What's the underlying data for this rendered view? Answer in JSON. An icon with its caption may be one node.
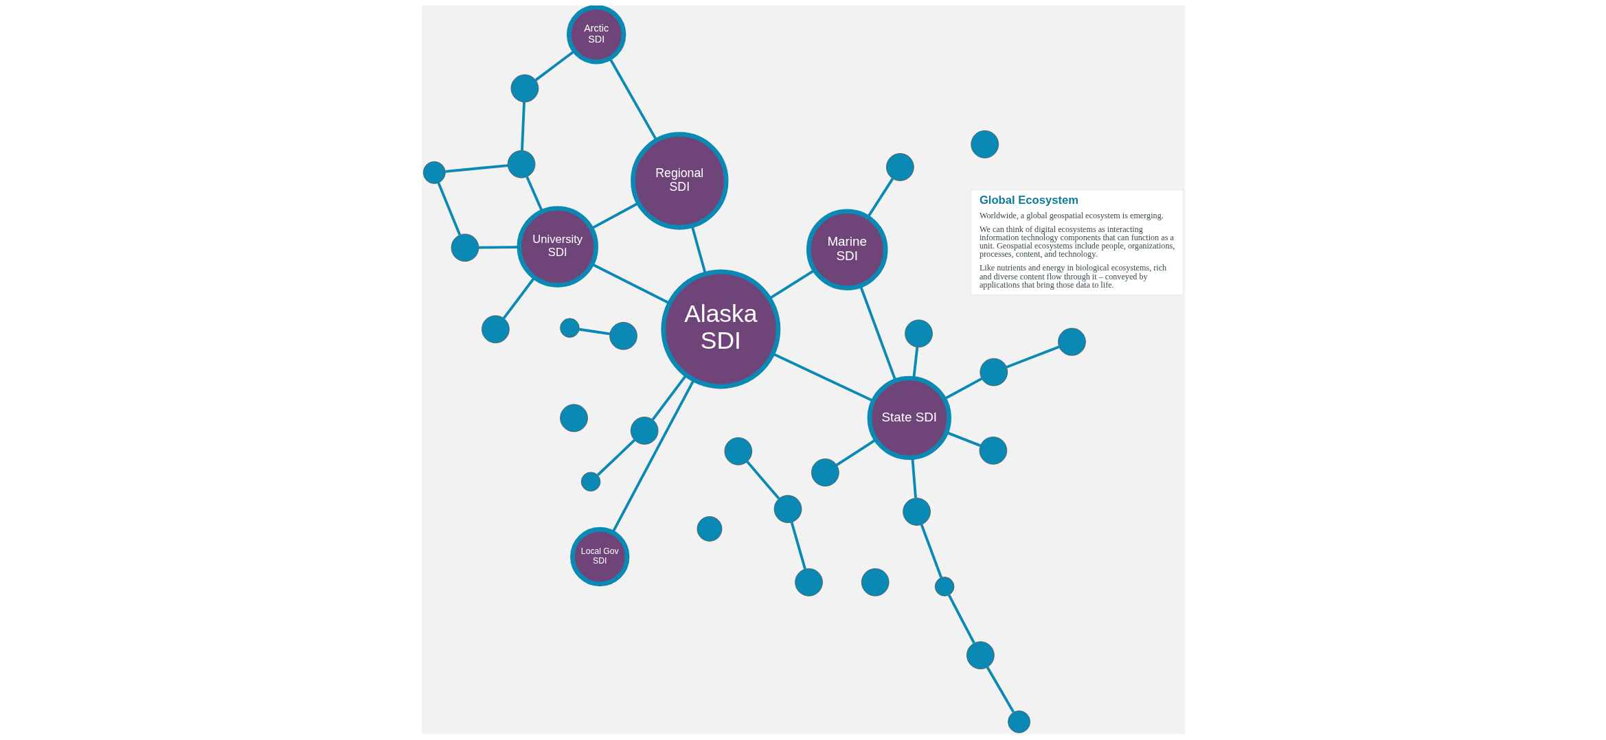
{
  "diagram": {
    "nodes": [
      {
        "text": [
          "Global Ecosystem",
          "Worldwide, a global geospatial ecosystem is emerging.",
          "We can think of digital ecosystems as interacting information technology components that can function as a unit. Geospatial ecosystems include people, organizations, processes, content, and technology.",
          "Like nutrients and energy in biological ecosystems, rich and diverse content flow through it – conveyed by applications that bring those data to life."
        ]
      },
      {
        "text": [
          "Local Gov SDI"
        ]
      },
      {
        "text": [
          "Alaska SDI"
        ]
      },
      {
        "text": [
          "University SDI"
        ]
      },
      {
        "text": [
          "Arctic SDI"
        ]
      },
      {
        "text": [
          "State SDI"
        ]
      },
      {
        "text": [
          "Marine SDI"
        ]
      },
      {
        "text": [
          "Regional SDI"
        ]
      },
      {
        "text": [],
        "shape": "circle"
      },
      {
        "text": [],
        "shape": "circle"
      },
      {
        "text": [],
        "shape": "circle"
      },
      {
        "text": [],
        "shape": "circle"
      },
      {
        "text": [],
        "shape": "circle"
      },
      {
        "text": [],
        "shape": "circle"
      },
      {
        "text": [],
        "shape": "circle"
      },
      {
        "text": [],
        "shape": "circle"
      },
      {
        "text": [],
        "shape": "circle"
      },
      {
        "text": [],
        "shape": "circle"
      },
      {
        "text": [],
        "shape": "circle"
      },
      {
        "text": [],
        "shape": "circle"
      },
      {
        "text": [],
        "shape": "circle"
      },
      {
        "text": [],
        "shape": "circle"
      },
      {
        "text": [],
        "shape": "circle"
      },
      {
        "text": [],
        "shape": "circle"
      },
      {
        "text": [],
        "shape": "circle"
      },
      {
        "text": [],
        "shape": "circle"
      },
      {
        "text": [],
        "shape": "circle"
      },
      {
        "text": [],
        "shape": "circle"
      },
      {
        "text": [],
        "shape": "circle"
      },
      {
        "text": [],
        "shape": "circle"
      },
      {
        "text": [],
        "shape": "circle"
      },
      {
        "text": [],
        "shape": "circle"
      },
      {
        "text": [],
        "shape": "circle"
      },
      {
        "text": [],
        "shape": "circle"
      }
    ],
    "edges": [
      {
        "from": 1,
        "to": 2,
        "arrow": "none"
      },
      {
        "from": 2,
        "to": 3,
        "arrow": "none"
      },
      {
        "from": 2,
        "to": 5,
        "arrow": "none"
      },
      {
        "from": 2,
        "to": 6,
        "arrow": "none"
      },
      {
        "from": 2,
        "to": 7,
        "arrow": "none"
      },
      {
        "from": 3,
        "to": 7,
        "arrow": "none"
      },
      {
        "from": 4,
        "to": 7,
        "arrow": "none"
      },
      {
        "from": 5,
        "to": 6,
        "arrow": "none"
      },
      {
        "from": 8,
        "to": 9,
        "arrow": "none"
      },
      {
        "from": 9,
        "to": 10,
        "arrow": "none"
      },
      {
        "from": 12,
        "to": 13,
        "arrow": "none"
      },
      {
        "from": 13,
        "to": 14,
        "arrow": "none"
      },
      {
        "from": 14,
        "to": 15,
        "arrow": "none"
      },
      {
        "from": 15,
        "to": 5,
        "arrow": "none"
      },
      {
        "from": 16,
        "to": 5,
        "arrow": "none"
      },
      {
        "from": 16,
        "to": 17,
        "arrow": "none"
      },
      {
        "from": 18,
        "to": 5,
        "arrow": "none"
      },
      {
        "from": 19,
        "to": 5,
        "arrow": "none"
      },
      {
        "from": 20,
        "to": 5,
        "arrow": "none"
      },
      {
        "from": 21,
        "to": 2,
        "arrow": "none"
      },
      {
        "from": 21,
        "to": 22,
        "arrow": "none"
      },
      {
        "from": 25,
        "to": 6,
        "arrow": "none"
      },
      {
        "from": 26,
        "to": 27,
        "arrow": "none"
      },
      {
        "from": 29,
        "to": 3,
        "arrow": "none"
      },
      {
        "from": 30,
        "to": 3,
        "arrow": "none"
      },
      {
        "from": 30,
        "to": 31,
        "arrow": "none"
      },
      {
        "from": 31,
        "to": 32,
        "arrow": "none"
      },
      {
        "from": 3,
        "to": 32,
        "arrow": "none"
      },
      {
        "from": 32,
        "to": 33,
        "arrow": "none"
      },
      {
        "from": 33,
        "to": 4,
        "arrow": "none"
      }
    ]
  }
}
